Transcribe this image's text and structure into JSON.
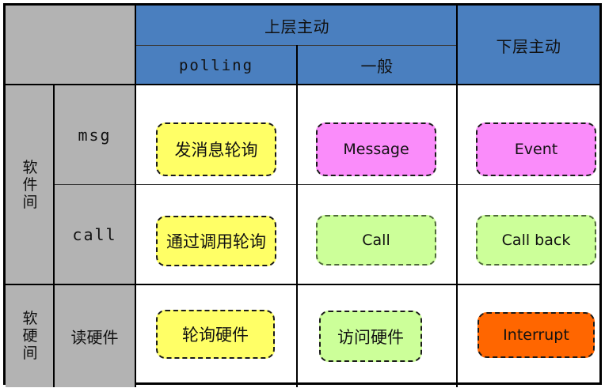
{
  "table": {
    "corner_cell": "",
    "column_groups": [
      {
        "label": "上层主动",
        "subcolumns": [
          "polling",
          "一般"
        ]
      },
      {
        "label": "下层主动",
        "subcolumns": []
      }
    ],
    "row_groups": [
      {
        "label": "软件间",
        "rows": [
          "msg",
          "call"
        ]
      },
      {
        "label": "软硬间",
        "rows": [
          "读硬件"
        ]
      }
    ],
    "columns": [
      "polling",
      "一般",
      "下层主动"
    ],
    "cells": [
      {
        "row": "msg",
        "column": "polling",
        "text": "发消息轮询",
        "fill": "#ffff66",
        "border": "#1a1a1a",
        "script": "cjk"
      },
      {
        "row": "msg",
        "column": "一般",
        "text": "Message",
        "fill": "#fa8cfa",
        "border": "#1a1a1a",
        "script": "latin"
      },
      {
        "row": "msg",
        "column": "下层主动",
        "text": "Event",
        "fill": "#fa8cfa",
        "border": "#1a1a1a",
        "script": "latin"
      },
      {
        "row": "call",
        "column": "polling",
        "text": "通过调用轮询",
        "fill": "#ffff66",
        "border": "#1a1a1a",
        "script": "cjk"
      },
      {
        "row": "call",
        "column": "一般",
        "text": "Call",
        "fill": "#ccff99",
        "border": "#4f6b3a",
        "script": "latin"
      },
      {
        "row": "call",
        "column": "下层主动",
        "text": "Call back",
        "fill": "#ccff99",
        "border": "#4f6b3a",
        "script": "latin"
      },
      {
        "row": "读硬件",
        "column": "polling",
        "text": "轮询硬件",
        "fill": "#ffff66",
        "border": "#1a1a1a",
        "script": "cjk"
      },
      {
        "row": "读硬件",
        "column": "一般",
        "text": "访问硬件",
        "fill": "#ccff99",
        "border": "#1a1a1a",
        "script": "cjk"
      },
      {
        "row": "读硬件",
        "column": "下层主动",
        "text": "Interrupt",
        "fill": "#ff6600",
        "border": "#1a1a1a",
        "script": "latin"
      }
    ]
  },
  "colors": {
    "header_blue": "#4a7fbf",
    "label_gray": "#b3b3b3",
    "grid_line": "#3a3a3a",
    "outer_border": "#000000",
    "yellow": "#ffff66",
    "pink": "#fa8cfa",
    "green": "#ccff99",
    "orange": "#ff6600",
    "page_background": "#ffffff"
  }
}
